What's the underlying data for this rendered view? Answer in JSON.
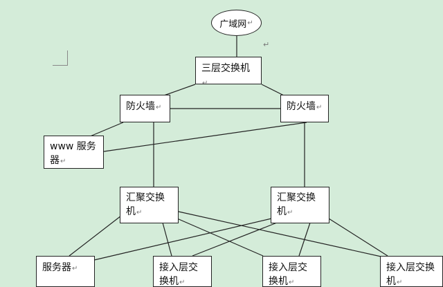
{
  "nodes": {
    "wan": "广域网",
    "core_switch": "三层交换机",
    "firewall_left": "防火墙",
    "firewall_right": "防火墙",
    "www_server": "www 服务器",
    "agg_switch_left": "汇聚交换机",
    "agg_switch_right": "汇聚交换机",
    "server": "服务器",
    "access_switch_1": "接入层交换机",
    "access_switch_2": "接入层交换机",
    "access_switch_3": "接入层交换机"
  },
  "marks": {
    "paragraph_mark": "↵",
    "stray_mark": "↵"
  },
  "colors": {
    "background": "#d4ecd9",
    "node_fill": "#ffffff",
    "line": "#222222"
  }
}
